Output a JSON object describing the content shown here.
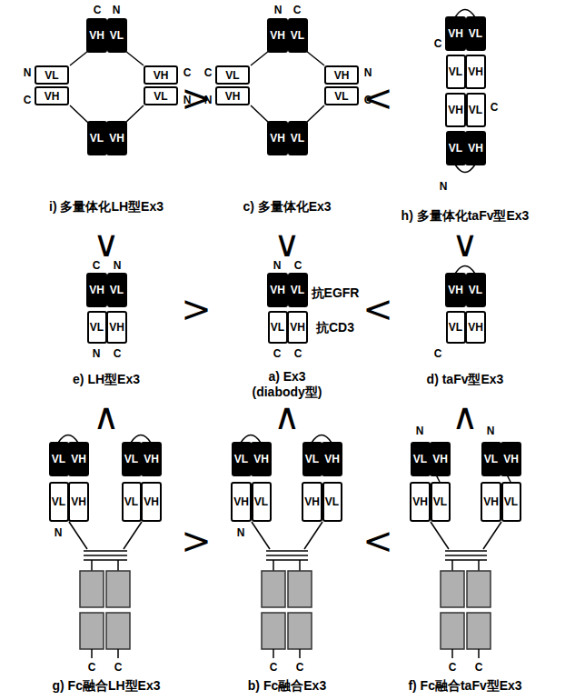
{
  "diagram": {
    "nodes": [
      {
        "text": [
          "VH"
        ]
      },
      {
        "text": [
          "VL"
        ]
      },
      {
        "text": [
          "VL"
        ]
      },
      {
        "text": [
          "VH"
        ]
      },
      {
        "text": [
          "VH"
        ]
      },
      {
        "text": [
          "VL"
        ]
      },
      {
        "text": [
          "VL"
        ]
      },
      {
        "text": [
          "VH"
        ]
      },
      {
        "text": [
          "VH"
        ]
      },
      {
        "text": [
          "VL"
        ]
      },
      {
        "text": [
          "VL"
        ]
      },
      {
        "text": [
          "VH"
        ]
      },
      {
        "text": [
          "VH"
        ]
      },
      {
        "text": [
          "VL"
        ]
      },
      {
        "text": [
          "VH"
        ]
      },
      {
        "text": [
          "VL"
        ]
      },
      {
        "text": [
          "VH"
        ]
      },
      {
        "text": [
          "VL"
        ]
      },
      {
        "text": [
          "VL"
        ]
      },
      {
        "text": [
          "VH"
        ]
      },
      {
        "text": [
          "VH"
        ]
      },
      {
        "text": [
          "VL"
        ]
      },
      {
        "text": [
          "VL"
        ]
      },
      {
        "text": [
          "VH"
        ]
      },
      {
        "text": [
          "VH"
        ]
      },
      {
        "text": [
          "VL"
        ]
      },
      {
        "text": [
          "VL"
        ]
      },
      {
        "text": [
          "VH"
        ]
      },
      {
        "text": [
          "VH"
        ]
      },
      {
        "text": [
          "VL"
        ]
      },
      {
        "text": [
          "VL"
        ]
      },
      {
        "text": [
          "VH"
        ]
      },
      {
        "text": [
          "VH"
        ]
      },
      {
        "text": [
          "VL"
        ]
      },
      {
        "text": [
          "VL"
        ]
      },
      {
        "text": [
          "VH"
        ]
      },
      {
        "text": [
          "VL"
        ]
      },
      {
        "text": [
          "VH"
        ]
      },
      {
        "text": [
          "VL"
        ]
      },
      {
        "text": [
          "VH"
        ]
      },
      {
        "text": [
          "VL"
        ]
      },
      {
        "text": [
          "VH"
        ]
      },
      {
        "text": [
          "VL"
        ]
      },
      {
        "text": [
          "VH"
        ]
      },
      {
        "text": [
          "VL"
        ]
      },
      {
        "text": [
          "VH"
        ]
      },
      {
        "text": [
          "VL"
        ]
      },
      {
        "text": [
          "VH"
        ]
      },
      {
        "text": [
          "VH"
        ]
      },
      {
        "text": [
          "VL"
        ]
      },
      {
        "text": [
          "VH"
        ]
      },
      {
        "text": [
          "VL"
        ]
      },
      {
        "text": [
          "VL"
        ]
      },
      {
        "text": [
          "VH"
        ]
      },
      {
        "text": [
          "VL"
        ]
      },
      {
        "text": [
          "VH"
        ]
      },
      {
        "text": [
          "VH"
        ]
      },
      {
        "text": [
          "VL"
        ]
      },
      {
        "text": [
          "VH"
        ]
      },
      {
        "text": [
          "VL"
        ]
      }
    ],
    "labels": [
      "C",
      "N",
      "N",
      "C",
      "C",
      "N",
      "i) 多量体化LH型Ex3",
      "N",
      "C",
      "C",
      "N",
      "N",
      "C",
      "c) 多量体化Ex3",
      "C",
      "C",
      "N",
      "h) 多量体化taFv型Ex3",
      "C",
      "N",
      "N",
      "C",
      "e) LH型Ex3",
      "N",
      "C",
      "C",
      "C",
      "抗EGFR",
      "抗CD3",
      "a) Ex3",
      "(diabody型)",
      "C",
      "d) taFv型Ex3",
      "N",
      "C",
      "C",
      "g) Fc融合LH型Ex3",
      "N",
      "C",
      "C",
      "b) Fc融合Ex3",
      "N",
      "N",
      "C",
      "C",
      "f) Fc融合taFv型Ex3",
      ">",
      "<",
      "∨",
      "∨",
      "∨",
      ">",
      "<",
      "∧",
      "∧",
      "∧",
      ">",
      "<"
    ]
  }
}
